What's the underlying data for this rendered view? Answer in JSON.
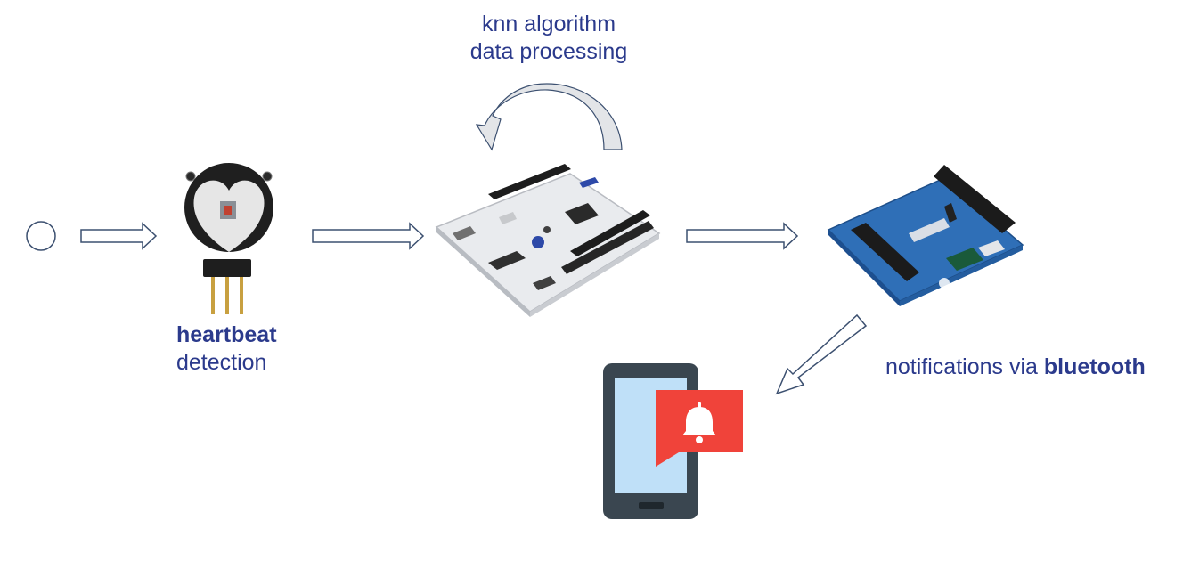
{
  "labels": {
    "processing": {
      "line1": "knn algorithm",
      "line2": "data processing"
    },
    "sensor": {
      "bold": "heartbeat",
      "normal": "detection"
    },
    "notifications": {
      "normal": "notifications via ",
      "bold": "bluetooth"
    }
  },
  "colors": {
    "label_text": "#2b3a8c",
    "arrow_outline": "#3c5070",
    "phone_body": "#3a4650",
    "phone_screen": "#bfe0f8",
    "alert_bubble": "#f0433a",
    "board_white": "#f4f5f7",
    "shield_blue": "#2f6fb7"
  },
  "icons": [
    "start-circle-icon",
    "heartbeat-sensor-icon",
    "nucleo-board-icon",
    "bluetooth-shield-icon",
    "smartphone-icon",
    "bell-icon",
    "curved-arrow-icon"
  ]
}
